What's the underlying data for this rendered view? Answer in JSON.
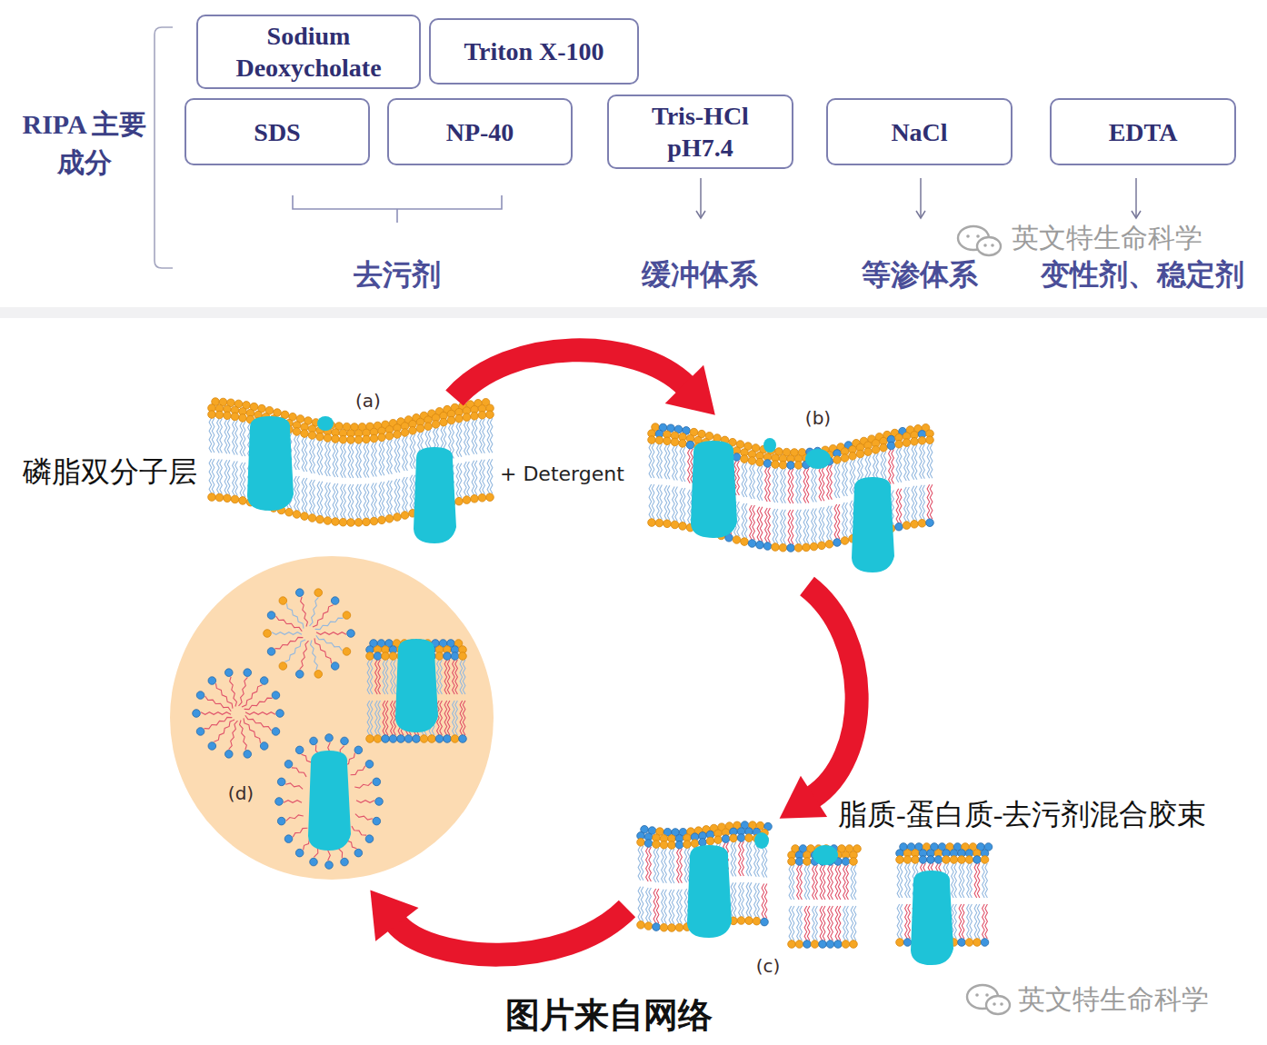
{
  "diagram": {
    "caption": "图片来自网络",
    "nodes": [
      {
        "text": [
          "Sodium Deoxycholate"
        ]
      },
      {
        "text": [
          "Triton X-100"
        ]
      },
      {
        "text": [
          "SDS"
        ]
      },
      {
        "text": [
          "NP-40"
        ]
      },
      {
        "text": [
          "Tris-HCl pH7.4"
        ]
      },
      {
        "text": [
          "NaCl"
        ]
      },
      {
        "text": [
          "EDTA"
        ]
      },
      {
        "text": [
          "(d)"
        ]
      }
    ],
    "labels": [
      "RIPA 主要成分",
      "去污剂",
      "缓冲体系",
      "等渗体系",
      "变性剂、稳定剂",
      "英文特生命科学",
      "(a)",
      "(b)",
      "(c)",
      "磷脂双分子层",
      "+ Detergent",
      "脂质-蛋白质-去污剂混合胶束",
      "英文特生命科学"
    ]
  }
}
